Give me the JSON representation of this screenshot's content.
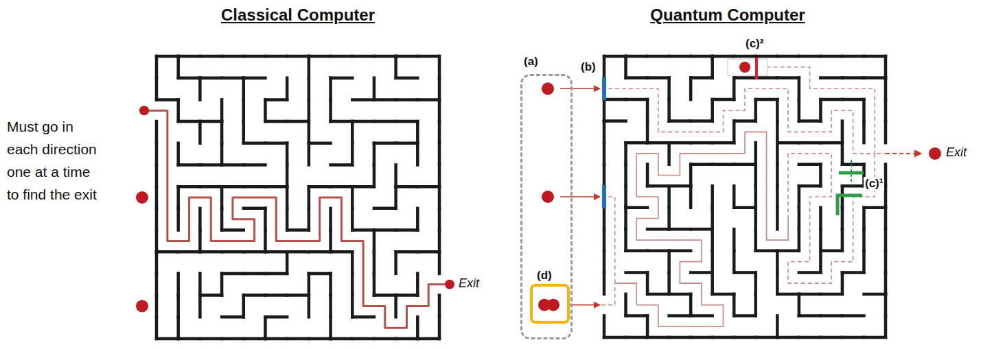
{
  "diagram": {
    "nodes": [
      {
        "text": [
          "(a)"
        ]
      },
      {
        "text": [
          "(d)"
        ],
        "in": 0
      }
    ],
    "labels": [
      "Classical Computer",
      "Quantum Computer",
      "Must go in each direction one at a time to find the exit",
      "Exit",
      "(b)",
      "(c)²",
      "Exit",
      "(c)¹"
    ]
  }
}
